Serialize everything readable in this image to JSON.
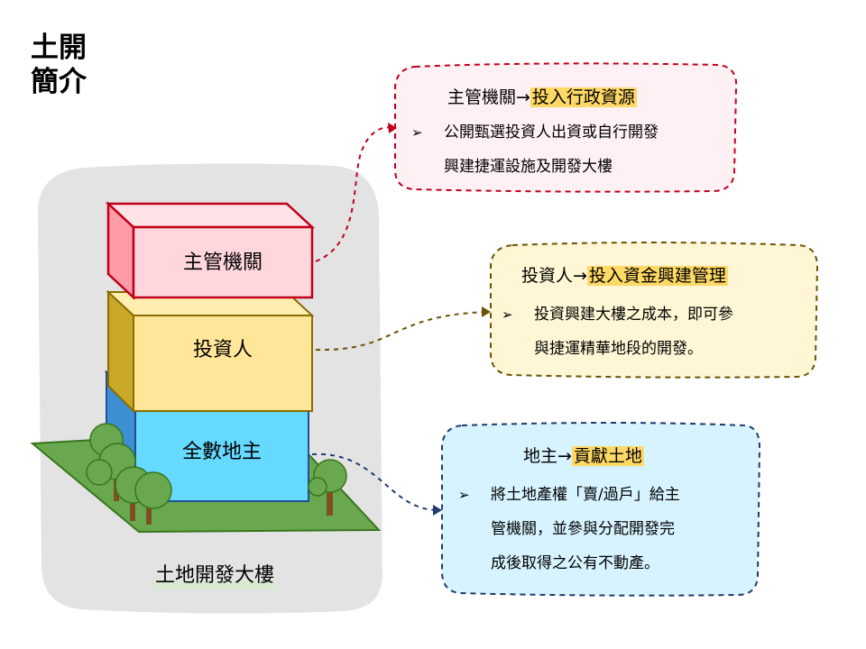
{
  "title": {
    "line1": "土開",
    "line2": "簡介"
  },
  "blocks": {
    "authority": "主管機關",
    "investor": "投資人",
    "landowner": "全數地主"
  },
  "caption": "土地開發大樓",
  "callouts": {
    "authority": {
      "role": "主管機關→",
      "action": "投入行政資源",
      "bullet_lines": [
        "公開甄選投資人出資或自行開發",
        "興建捷運設施及開發大樓"
      ]
    },
    "investor": {
      "role": "投資人→",
      "action": "投入資金興建管理",
      "bullet_lines": [
        "投資興建大樓之成本，即可參",
        "與捷運精華地段的開發。"
      ]
    },
    "landowner": {
      "role": "地主→",
      "action": "貢獻土地",
      "bullet_lines": [
        "將土地產權「賣/過戶」給主",
        "管機關，並參與分配開發完",
        "成後取得之公有不動產。"
      ]
    }
  },
  "colors": {
    "authority_fill": "#ffd6dc",
    "authority_stroke": "#c0001a",
    "investor_fill": "#ffe699",
    "investor_stroke": "#8a6d00",
    "landowner_fill": "#66d9ff",
    "landowner_stroke": "#1f4e99",
    "highlight": "#ffd966",
    "ground": "#6aa84f"
  }
}
